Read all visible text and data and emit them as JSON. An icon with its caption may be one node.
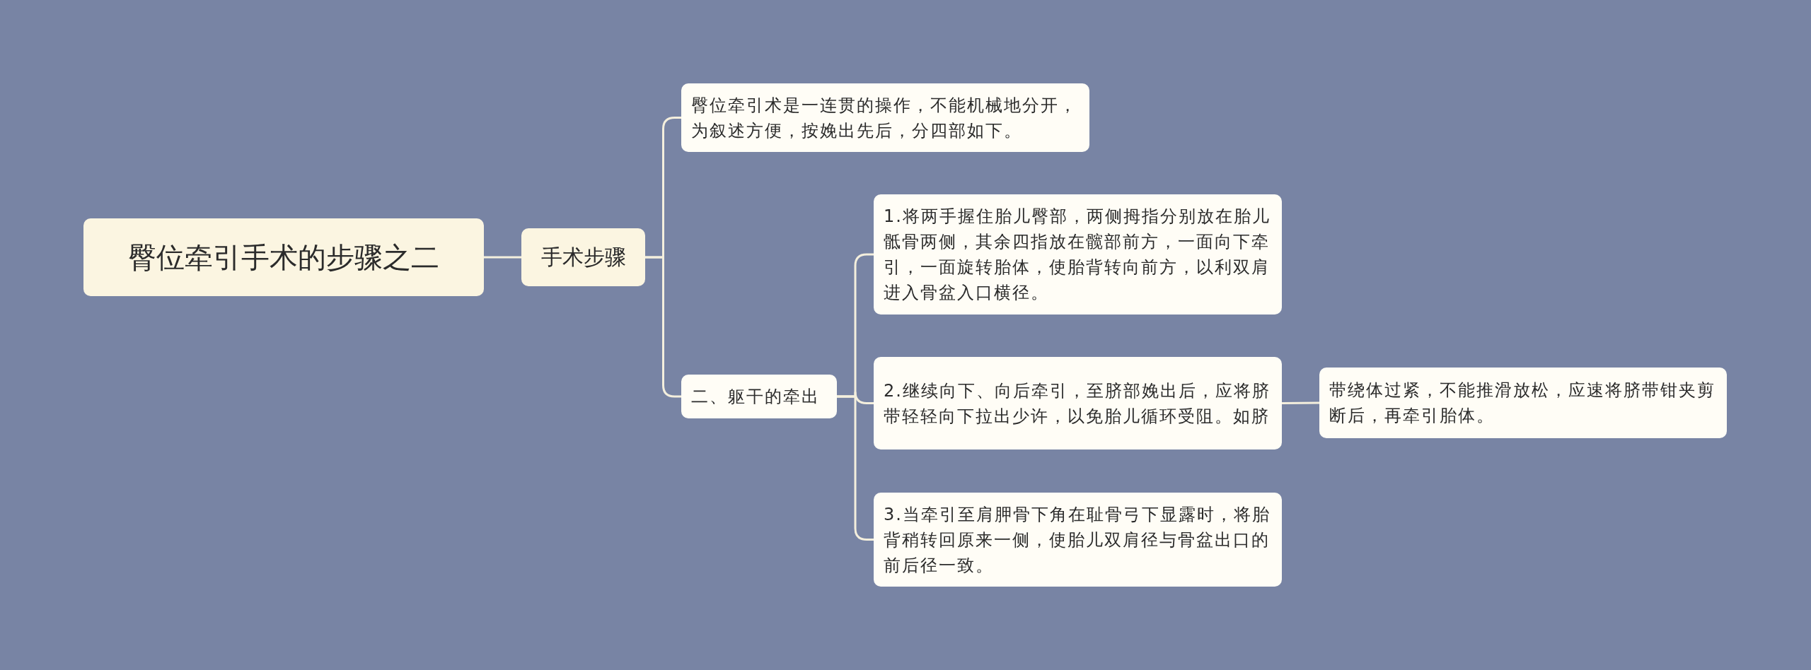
{
  "diagram": {
    "nodes": [
      {
        "text": [
          "臀位牵引手术的步骤之二"
        ]
      },
      {
        "text": [
          "手术步骤"
        ]
      },
      {
        "text": [
          "臀位牵引术是一连贯的操作，不能机械地分开，为叙述方便，按娩出先后，分四部如下。"
        ]
      },
      {
        "text": [
          "二、躯干的牵出"
        ]
      },
      {
        "text": [
          "1.将两手握住胎儿臀部，两侧拇指分别放在胎儿骶骨两侧，其余四指放在髋部前方，一面向下牵引，一面旋转胎体，使胎背转向前方，以利双肩进入骨盆入口横径。"
        ]
      },
      {
        "text": [
          "2.继续向下、向后牵引，至脐部娩出后，应将脐带轻轻向下拉出少许，以免胎儿循环受阻。如脐"
        ]
      },
      {
        "text": [
          "3.当牵引至肩胛骨下角在耻骨弓下显露时，将胎背稍转回原来一侧，使胎儿双肩径与骨盆出口的前后径一致。"
        ]
      },
      {
        "text": [
          "带绕体过紧，不能推滑放松，应速将脐带钳夹剪断后，再牵引胎体。"
        ]
      }
    ],
    "edges": [
      {
        "from": 0,
        "to": 1,
        "arrow": "none"
      },
      {
        "from": 1,
        "to": 2,
        "arrow": "none"
      },
      {
        "from": 1,
        "to": 3,
        "arrow": "none"
      },
      {
        "from": 3,
        "to": 4,
        "arrow": "none"
      },
      {
        "from": 3,
        "to": 5,
        "arrow": "none"
      },
      {
        "from": 3,
        "to": 6,
        "arrow": "none"
      },
      {
        "from": 5,
        "to": 7,
        "arrow": "none"
      }
    ]
  }
}
